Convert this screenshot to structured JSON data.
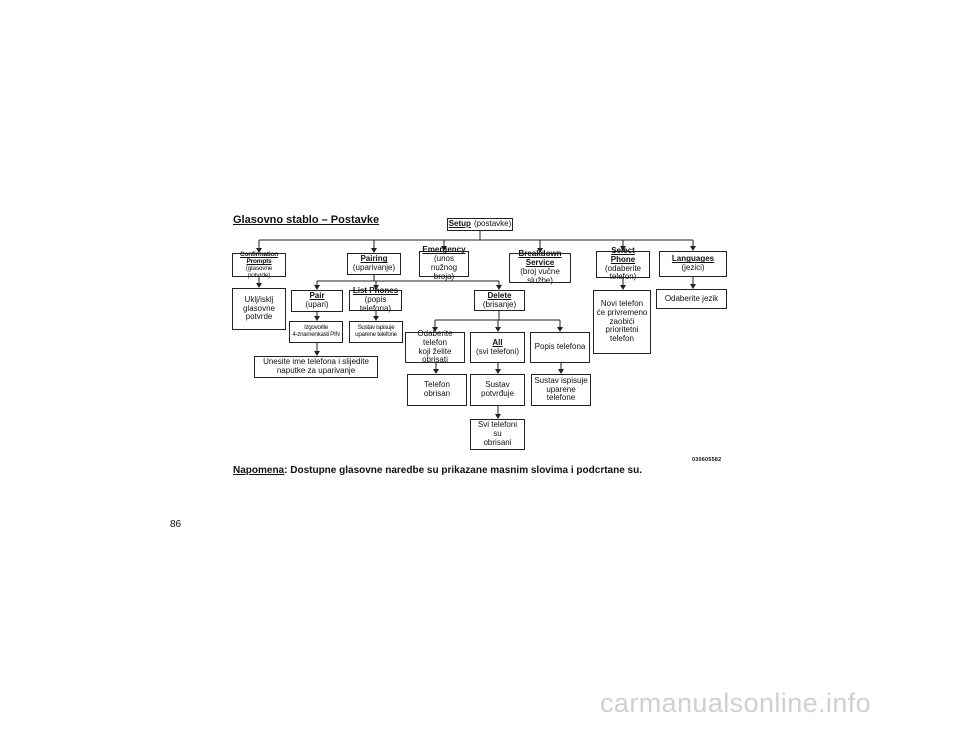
{
  "title": "Glasovno stablo – Postavke",
  "figure_code": "030605582",
  "note": {
    "label": "Napomena",
    "text": ": Dostupne glasovne naredbe su prikazane masnim slovima i podcrtane su."
  },
  "page_number": "86",
  "watermark": "carmanualsonline.info",
  "nodes": {
    "setup": {
      "kw": "Setup",
      "sub": "(postavke)"
    },
    "confirm": {
      "kw": "Confirmation\nPrompts",
      "sub": "(glasovne potvrde)"
    },
    "pairing": {
      "kw": "Pairing",
      "sub": "(uparivanje)"
    },
    "emergency": {
      "kw": "Emergency",
      "sub": "(unos nužnog\nbroja)"
    },
    "breakdown": {
      "kw": "Breakdown\nService",
      "sub": "(broj vučne službe)"
    },
    "select_phone": {
      "kw": "Select Phone",
      "sub": "(odaberite\ntelefon)"
    },
    "languages": {
      "kw": "Languages",
      "sub": "(jezici)"
    },
    "onoff": {
      "sub": "Uklj/isklj\nglasovne\npotvrde"
    },
    "pair": {
      "kw": "Pair",
      "sub": "(upari)"
    },
    "list_phones": {
      "kw": "List Phones",
      "sub": "(popis telefona)"
    },
    "pin": {
      "sub": "Izgovorite\n4-znamenkasti PIN"
    },
    "sys_list1": {
      "sub": "Sustav ispisuje\nuparene telefone"
    },
    "enter_name": {
      "sub": "Unesite ime telefona i slijedite\nnaputke za uparivanje"
    },
    "delete": {
      "kw": "Delete",
      "sub": "(brisanje)"
    },
    "select_del": {
      "sub": "Odaberite telefon\nkoji želite obrisati"
    },
    "all": {
      "kw": "All",
      "sub": "(svi telefoni)"
    },
    "phone_list": {
      "sub": "Popis telefona"
    },
    "deleted": {
      "sub": "Telefon obrisan"
    },
    "sys_confirms": {
      "sub": "Sustav\npotvrđuje"
    },
    "sys_list2": {
      "sub": "Sustav ispisuje\nuparene telefone"
    },
    "all_deleted": {
      "sub": "Svi telefoni su\nobrisani"
    },
    "new_phone": {
      "sub": "Novi telefon\nće privremeno\nzaobići\nprioritetni\ntelefon"
    },
    "choose_lang": {
      "sub": "Odaberite jezik"
    }
  }
}
